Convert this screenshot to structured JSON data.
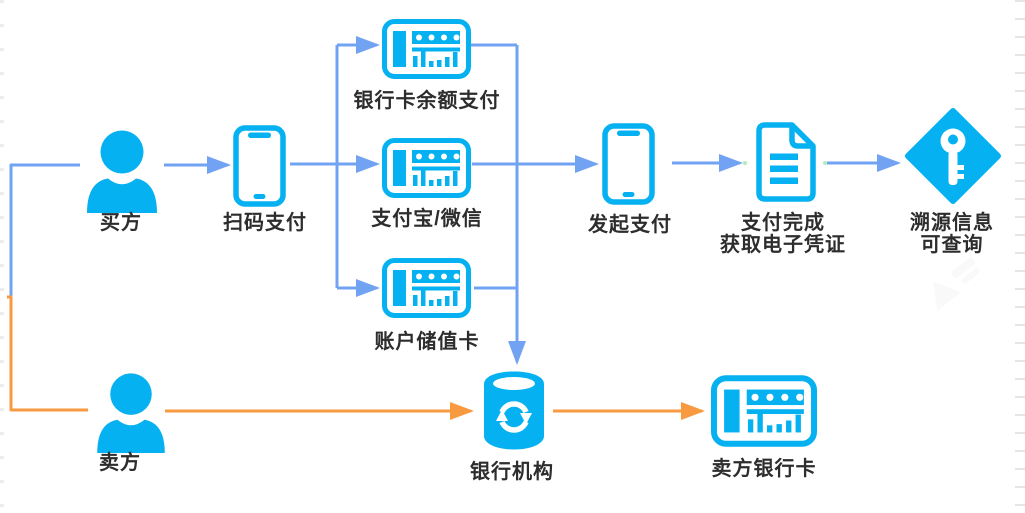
{
  "diagram": {
    "type": "flowchart",
    "background": "#ffffff",
    "colors": {
      "icon_cyan": "#05b1f1",
      "arrow_blue": "#72a3f3",
      "arrow_orange": "#f89a40",
      "label_text": "#2d2d2d"
    },
    "nodes": {
      "buyer": {
        "label": "买方",
        "icon": "person-icon"
      },
      "scan_pay": {
        "label": "扫码支付",
        "icon": "mobile-phone-icon"
      },
      "bank_card_balance": {
        "label": "银行卡余额支付",
        "icon": "pos-terminal-icon"
      },
      "alipay_wechat": {
        "label": "支付宝/微信",
        "icon": "pos-terminal-icon"
      },
      "stored_value_card": {
        "label": "账户储值卡",
        "icon": "pos-terminal-icon"
      },
      "initiate_pay": {
        "label": "发起支付",
        "icon": "mobile-phone-icon"
      },
      "payment_complete": {
        "line1": "支付完成",
        "line2": "获取电子凭证",
        "icon": "document-icon"
      },
      "traceability": {
        "line1": "溯源信息",
        "line2": "可查询",
        "icon": "key-diamond-icon"
      },
      "seller": {
        "label": "卖方",
        "icon": "person-icon"
      },
      "bank_institution": {
        "label": "银行机构",
        "icon": "database-sync-icon"
      },
      "seller_bank_card": {
        "label": "卖方银行卡",
        "icon": "pos-terminal-icon"
      }
    },
    "edges": [
      {
        "from": "buyer",
        "to": "scan_pay",
        "color": "blue",
        "arrow": true
      },
      {
        "from": "scan_pay",
        "to": "bank_card_balance",
        "color": "blue",
        "arrow": true
      },
      {
        "from": "scan_pay",
        "to": "alipay_wechat",
        "color": "blue",
        "arrow": true
      },
      {
        "from": "scan_pay",
        "to": "stored_value_card",
        "color": "blue",
        "arrow": true
      },
      {
        "from": "payment_methods",
        "to": "initiate_pay",
        "color": "blue",
        "arrow": true
      },
      {
        "from": "payment_methods",
        "to": "bank_institution",
        "color": "blue",
        "arrow": true
      },
      {
        "from": "initiate_pay",
        "to": "payment_complete",
        "color": "blue",
        "arrow": true
      },
      {
        "from": "payment_complete",
        "to": "traceability",
        "color": "blue",
        "arrow": true
      },
      {
        "from": "buyer",
        "to": "seller",
        "color": "blue-orange",
        "arrow": false
      },
      {
        "from": "seller",
        "to": "bank_institution",
        "color": "orange",
        "arrow": true
      },
      {
        "from": "bank_institution",
        "to": "seller_bank_card",
        "color": "orange",
        "arrow": true
      }
    ]
  }
}
